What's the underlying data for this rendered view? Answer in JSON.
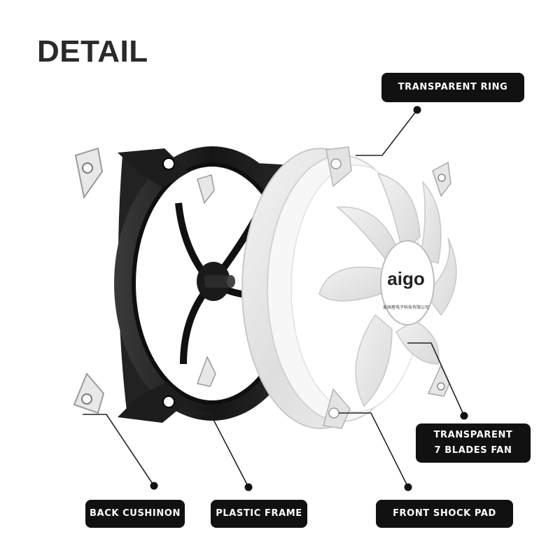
{
  "title": "DETAIL",
  "brand": {
    "logo_text": "aigo",
    "hub_caption": "爱国者电子科技有限公司"
  },
  "labels": {
    "transparent_ring": "TRANSPARENT RING",
    "blades_fan_line1": "TRANSPARENT",
    "blades_fan_line2": "7 BLADES FAN",
    "back_cushion": "BACK CUSHINON",
    "plastic_frame": "PLASTIC FRAME",
    "front_shock_pad": "FRONT SHOCK PAD"
  },
  "colors": {
    "title": "#2a2a2a",
    "label_background": "#111111",
    "label_text": "#ffffff",
    "frame": "#1c1c1c",
    "translucent_ring": "#e9e9e9"
  }
}
